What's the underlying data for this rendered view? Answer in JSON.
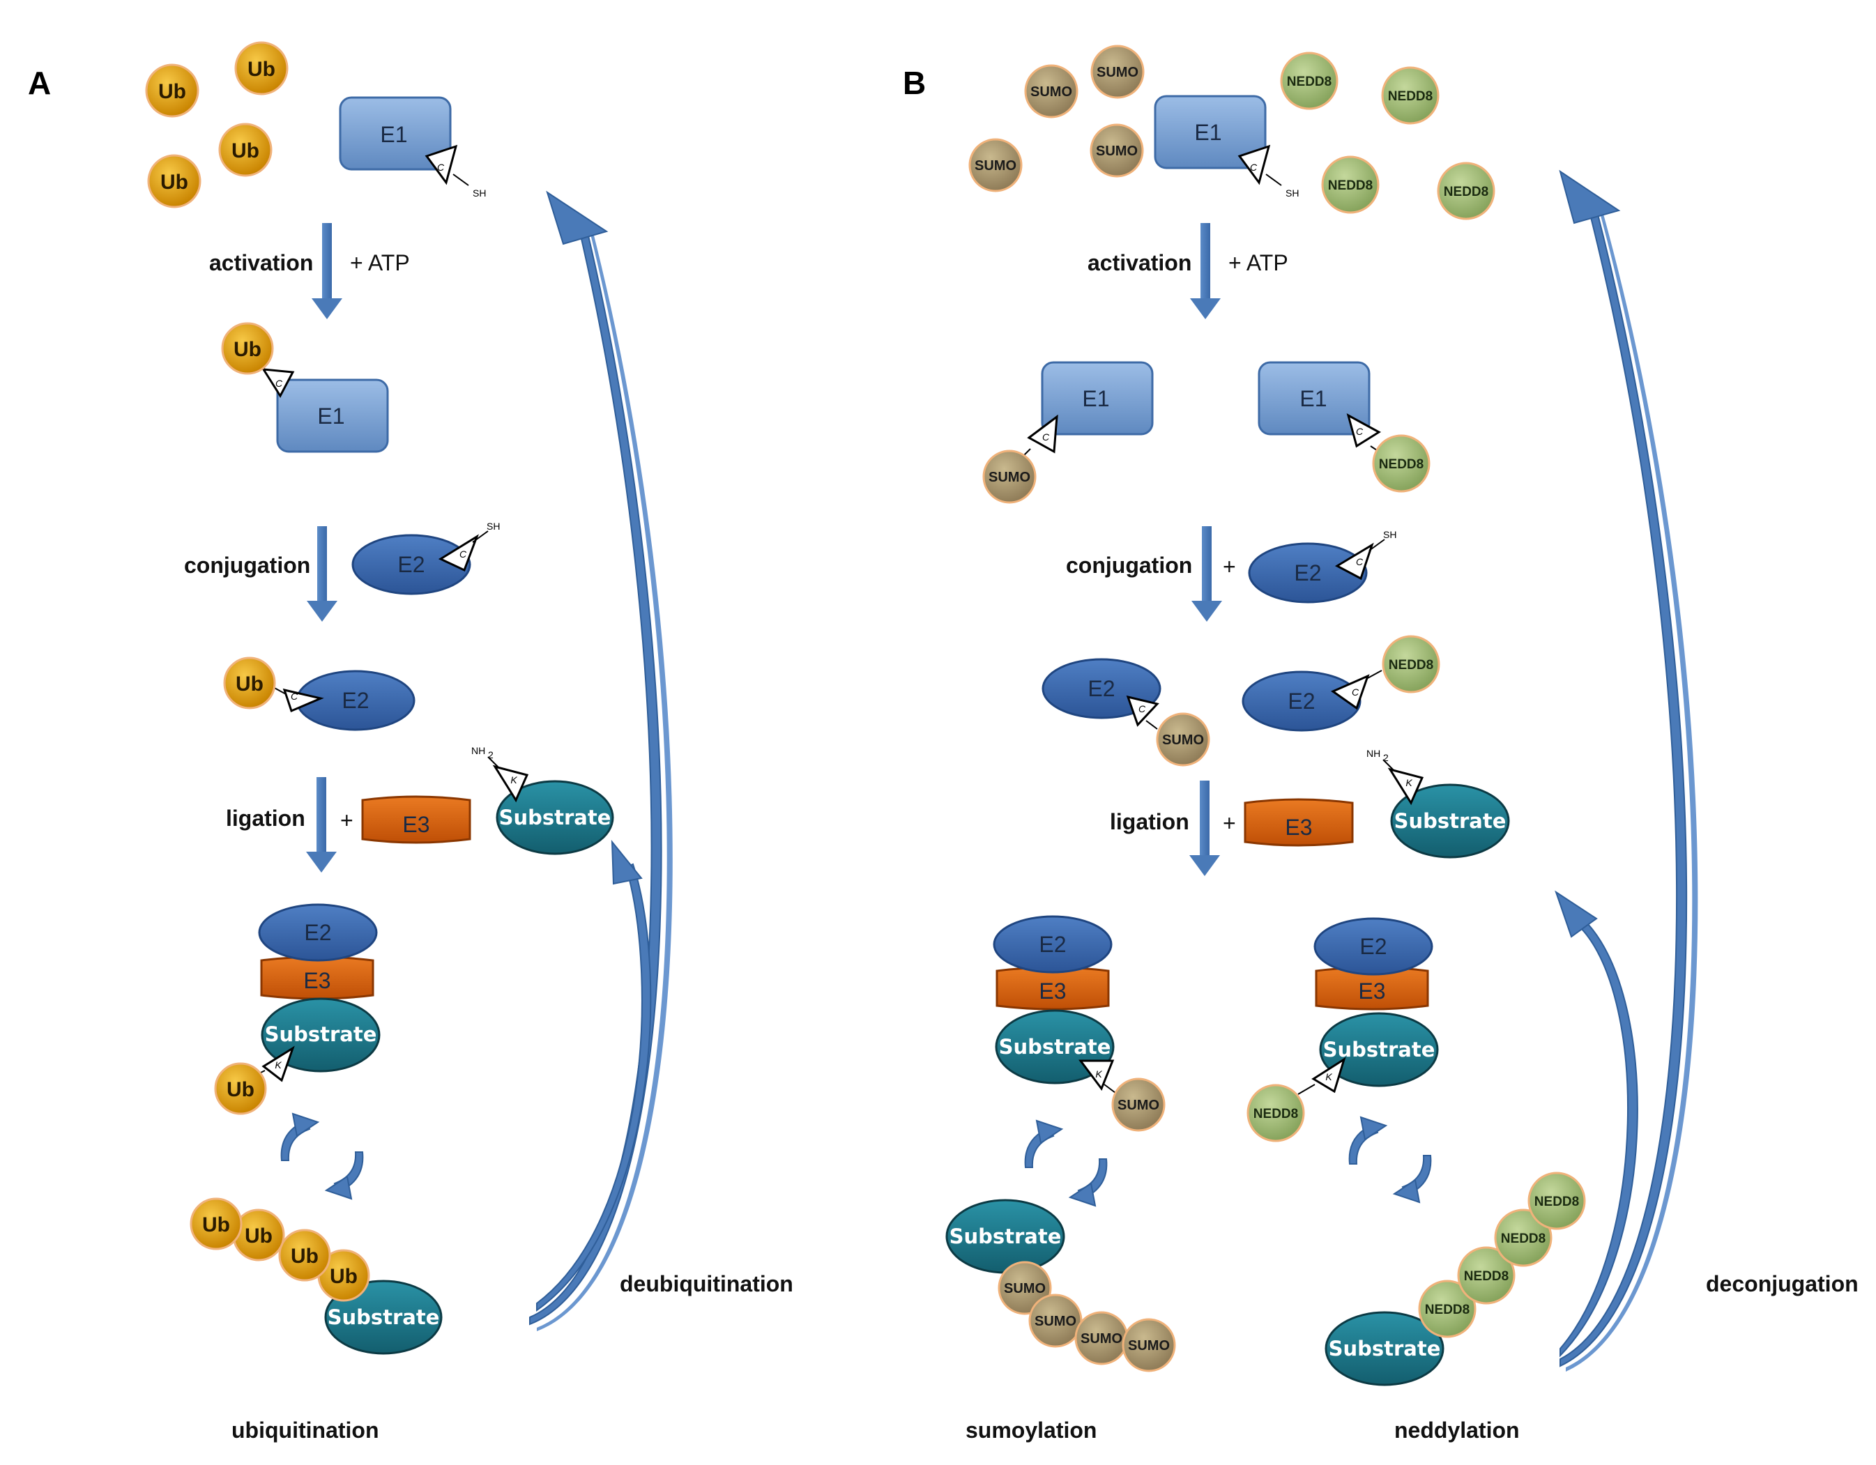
{
  "panels": {
    "a": "A",
    "b": "B"
  },
  "steps": {
    "activation": "activation",
    "atp": "+ ATP",
    "conjugation": "conjugation",
    "ligation": "ligation",
    "plus": "+"
  },
  "enzymes": {
    "e1": "E1",
    "e2": "E2",
    "e3": "E3"
  },
  "molecules": {
    "ub": "Ub",
    "sumo": "SUMO",
    "nedd8": "NEDD8",
    "substrate": "Substrate"
  },
  "groups": {
    "sh": "SH",
    "nh2": "NH",
    "nh2_sub": "2",
    "cys": "C",
    "lys": "K"
  },
  "processes": {
    "deubiquitination": "deubiquitination",
    "deconjugation": "deconjugation",
    "ubiquitination": "ubiquitination",
    "sumoylation": "sumoylation",
    "neddylation": "neddylation"
  },
  "colors": {
    "ub_fill": "#e8a400",
    "sumo_fill": "#b7a47a",
    "nedd8_fill": "#a9c27d",
    "e1_fill": "#7aa3d6",
    "e2_fill": "#3f6fb5",
    "e3_fill": "#d9620f",
    "substrate_fill": "#1e7f92",
    "arrow": "#4a7ab8",
    "outline_orange": "#f0b27a"
  }
}
